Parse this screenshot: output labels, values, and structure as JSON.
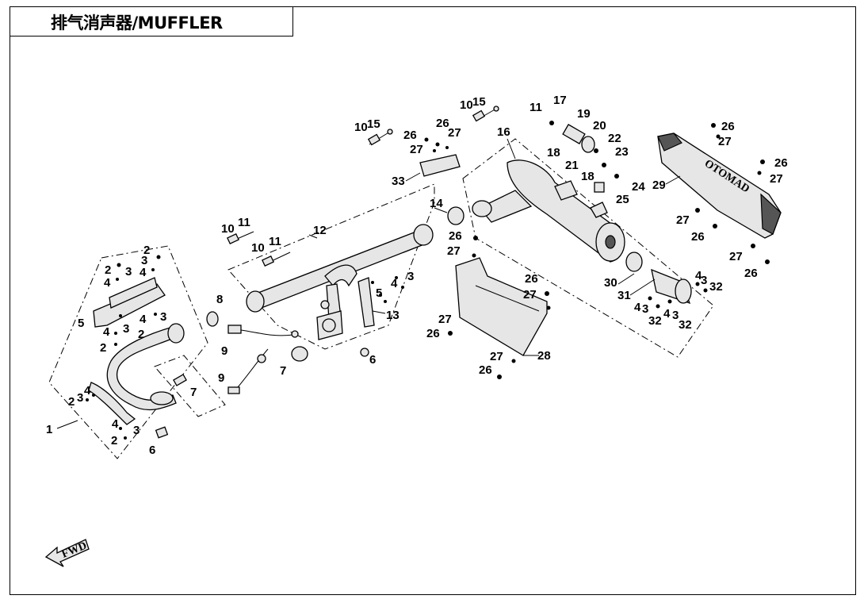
{
  "title": "排气消声器/MUFFLER",
  "fwd_label": "FWD",
  "muffler_brand": "OTOMAD",
  "callouts": [
    "1",
    "2",
    "3",
    "4",
    "5",
    "6",
    "7",
    "8",
    "9",
    "10",
    "11",
    "12",
    "13",
    "14",
    "15",
    "16",
    "17",
    "18",
    "19",
    "20",
    "21",
    "22",
    "23",
    "24",
    "25",
    "26",
    "27",
    "28",
    "29",
    "30",
    "31",
    "32",
    "33"
  ]
}
